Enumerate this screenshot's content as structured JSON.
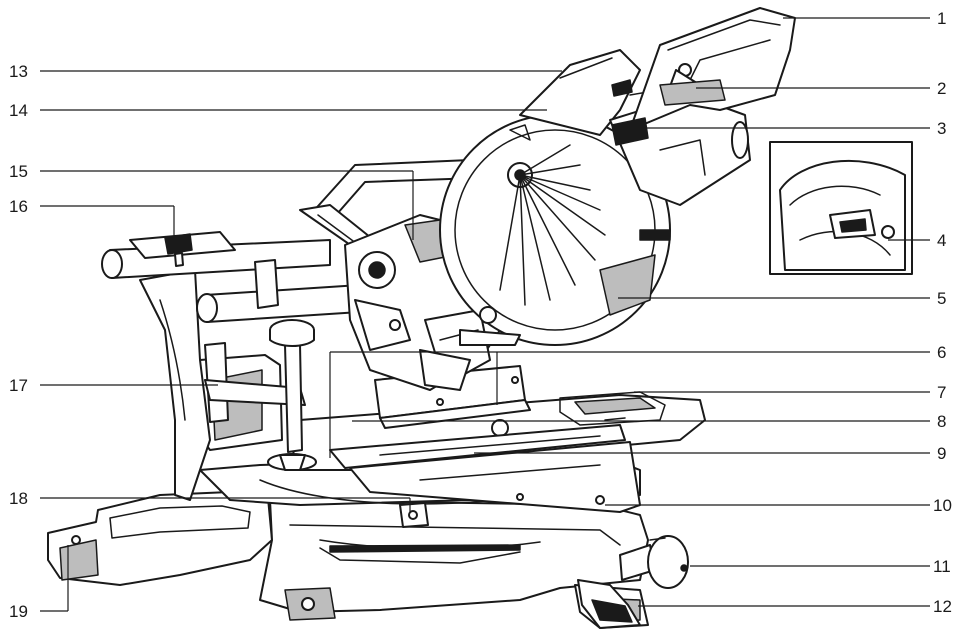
{
  "figure": {
    "callouts": [
      {
        "number": "1"
      },
      {
        "number": "2"
      },
      {
        "number": "3"
      },
      {
        "number": "4"
      },
      {
        "number": "5"
      },
      {
        "number": "6"
      },
      {
        "number": "7"
      },
      {
        "number": "8"
      },
      {
        "number": "9"
      },
      {
        "number": "10"
      },
      {
        "number": "11"
      },
      {
        "number": "12"
      },
      {
        "number": "13"
      },
      {
        "number": "14"
      },
      {
        "number": "15"
      },
      {
        "number": "16"
      },
      {
        "number": "17"
      },
      {
        "number": "18"
      },
      {
        "number": "19"
      }
    ],
    "colors": {
      "ink": "#1a1a1a",
      "paper": "#ffffff",
      "shade": "#bdbdbd"
    }
  }
}
